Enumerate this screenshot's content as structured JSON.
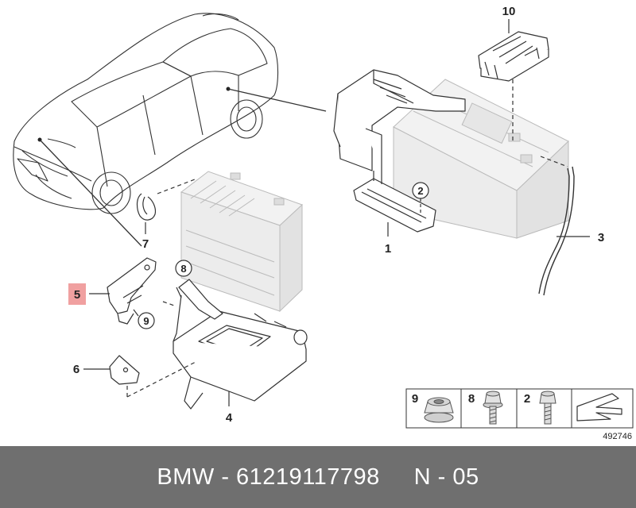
{
  "callouts": {
    "c1": "1",
    "c2": "2",
    "c3": "3",
    "c4": "4",
    "c5": "5",
    "c6": "6",
    "c7": "7",
    "c8": "8",
    "c9": "9",
    "c10": "10"
  },
  "legend": {
    "items": [
      {
        "label": "9",
        "icon": "flange-nut-icon"
      },
      {
        "label": "8",
        "icon": "hex-screw-with-washer-icon"
      },
      {
        "label": "2",
        "icon": "hex-bolt-icon"
      }
    ],
    "arrow_icon": "direction-arrow-icon"
  },
  "diagram_id": "492746",
  "footer": {
    "brand": "BMW",
    "separator1": " - ",
    "part_number": "61219117798",
    "gap": "     ",
    "position": "N - 05"
  },
  "colors": {
    "highlight": "#f0a0a0",
    "footer_bg": "#6f6f6f",
    "battery_fill": "#ececec",
    "line": "#333333"
  }
}
